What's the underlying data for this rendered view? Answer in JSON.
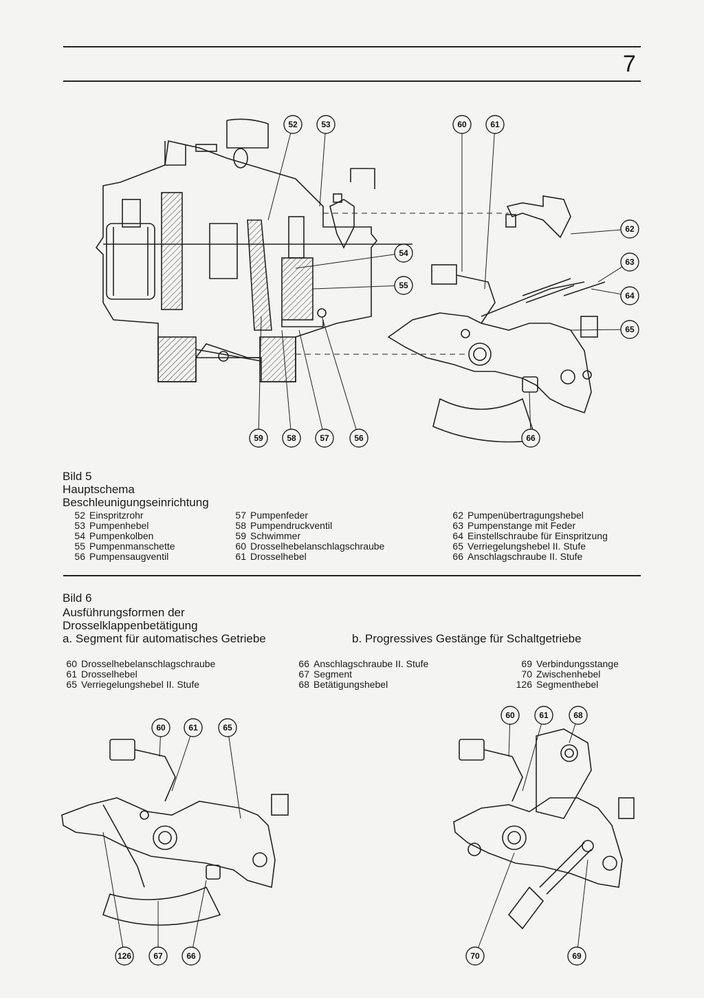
{
  "page_number": "7",
  "bild5": {
    "title": "Bild 5",
    "subtitle1": "Hauptschema",
    "subtitle2": "Beschleunigungseinrichtung",
    "legend_col1": [
      {
        "num": "52",
        "label": "Einspritzrohr"
      },
      {
        "num": "53",
        "label": "Pumpenhebel"
      },
      {
        "num": "54",
        "label": "Pumpenkolben"
      },
      {
        "num": "55",
        "label": "Pumpenmanschette"
      },
      {
        "num": "56",
        "label": "Pumpensaugventil"
      }
    ],
    "legend_col2": [
      {
        "num": "57",
        "label": "Pumpenfeder"
      },
      {
        "num": "58",
        "label": "Pumpendruckventil"
      },
      {
        "num": "59",
        "label": "Schwimmer"
      },
      {
        "num": "60",
        "label": "Drosselhebelanschlagschraube"
      },
      {
        "num": "61",
        "label": "Drosselhebel"
      }
    ],
    "legend_col3": [
      {
        "num": "62",
        "label": "Pumpenübertragungshebel"
      },
      {
        "num": "63",
        "label": "Pumpenstange mit Feder"
      },
      {
        "num": "64",
        "label": "Einstellschraube für Einspritzung"
      },
      {
        "num": "65",
        "label": "Verriegelungshebel II. Stufe"
      },
      {
        "num": "66",
        "label": "Anschlagschraube II. Stufe"
      }
    ],
    "callouts": [
      "52",
      "53",
      "60",
      "61",
      "62",
      "54",
      "63",
      "55",
      "64",
      "65",
      "59",
      "58",
      "57",
      "56",
      "66"
    ]
  },
  "bild6": {
    "title": "Bild 6",
    "subtitle1": "Ausführungsformen der",
    "subtitle2": "Drosselklappenbetätigung",
    "variant_a": "a. Segment für automatisches Getriebe",
    "variant_b": "b. Progressives Gestänge für Schaltgetriebe",
    "legend_col1": [
      {
        "num": "60",
        "label": "Drosselhebelanschlagschraube"
      },
      {
        "num": "61",
        "label": "Drosselhebel"
      },
      {
        "num": "65",
        "label": "Verriegelungshebel II. Stufe"
      }
    ],
    "legend_col2": [
      {
        "num": "66",
        "label": "Anschlagschraube II. Stufe"
      },
      {
        "num": "67",
        "label": "Segment"
      },
      {
        "num": "68",
        "label": "Betätigungshebel"
      }
    ],
    "legend_col3": [
      {
        "num": "69",
        "label": "Verbindungsstange"
      },
      {
        "num": "70",
        "label": "Zwischenhebel"
      },
      {
        "num": "126",
        "label": "Segmenthebel"
      }
    ],
    "callouts_a": [
      "60",
      "61",
      "65",
      "126",
      "67",
      "66"
    ],
    "callouts_b": [
      "60",
      "61",
      "68",
      "70",
      "69"
    ]
  }
}
